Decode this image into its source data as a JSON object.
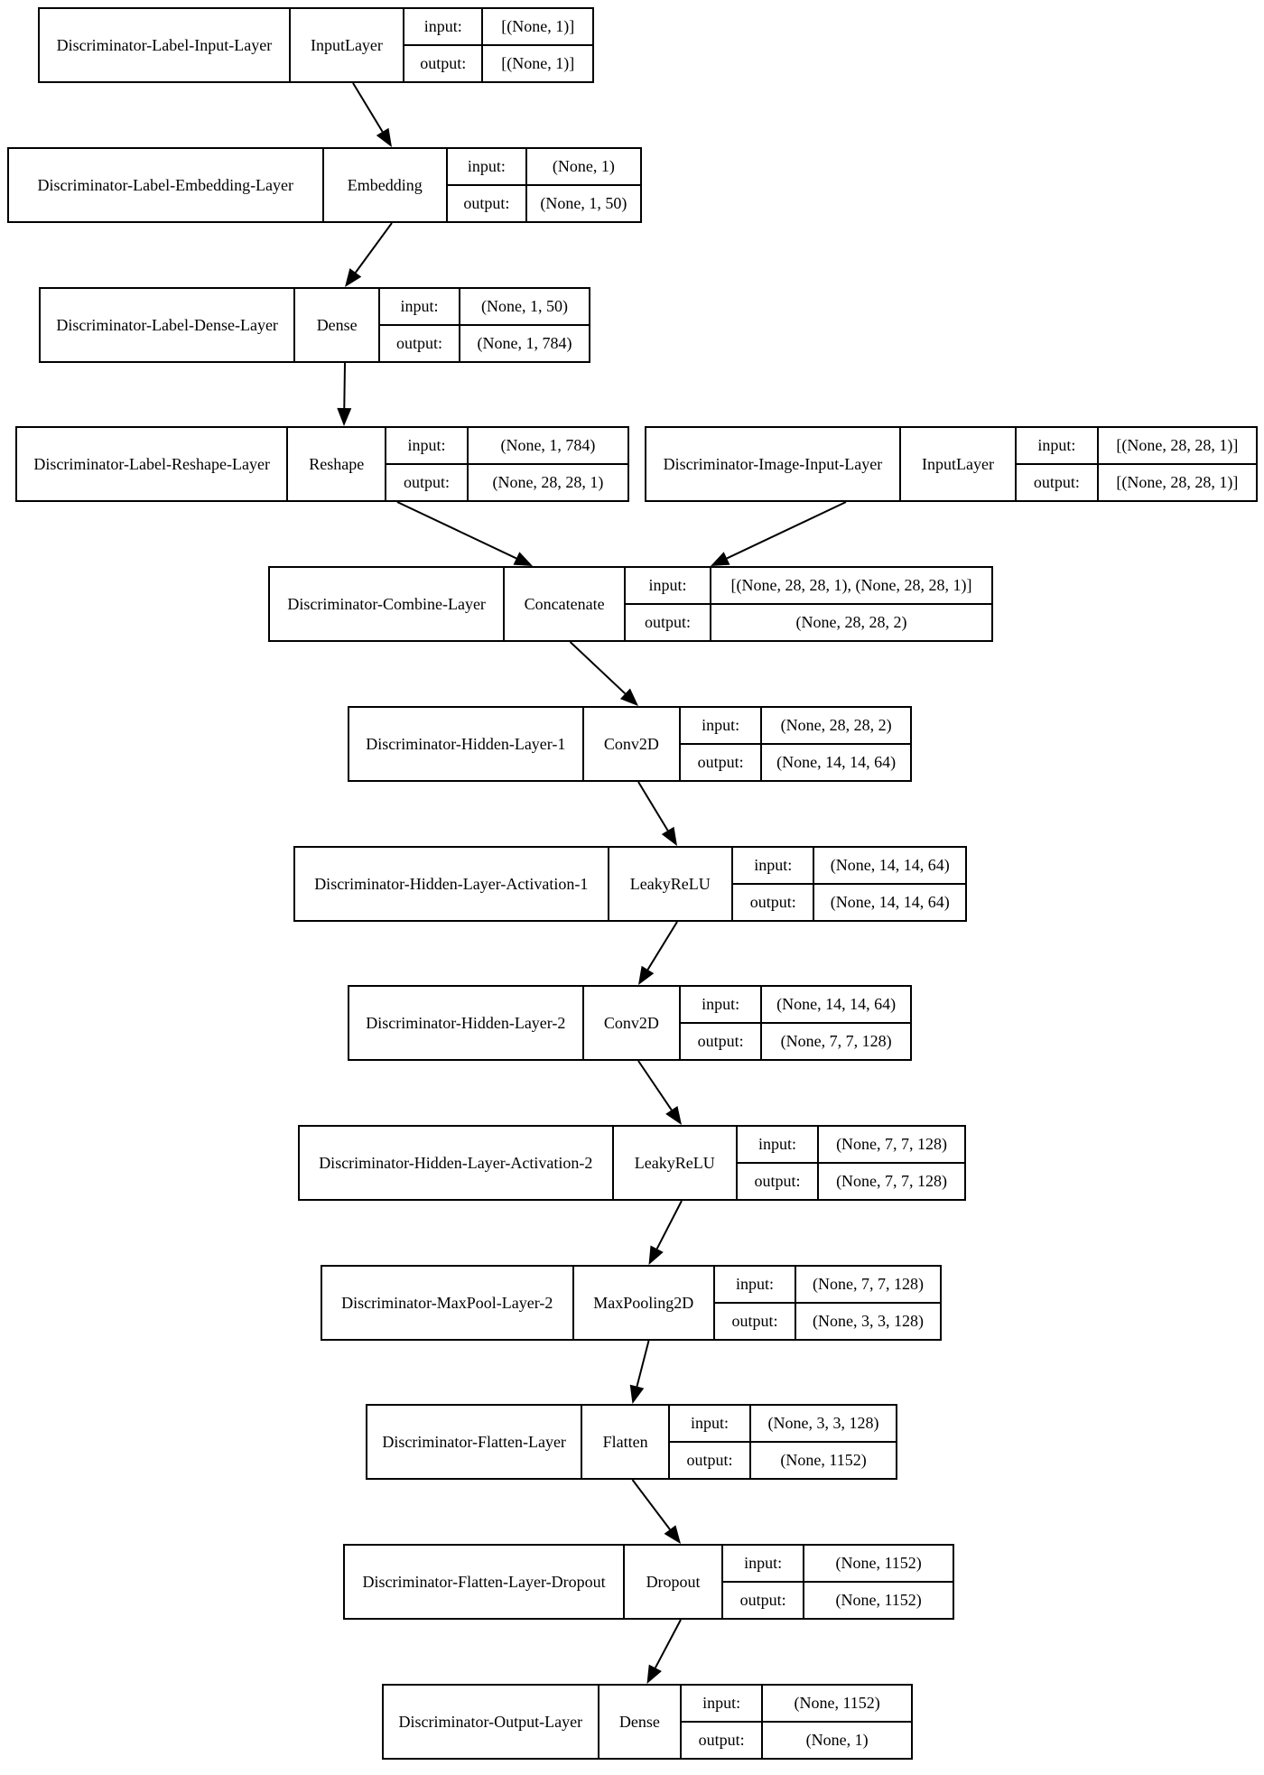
{
  "labels": {
    "input": "input:",
    "output": "output:"
  },
  "nodes": [
    {
      "id": "n0",
      "name": "Discriminator-Label-Input-Layer",
      "type": "InputLayer",
      "input": "[(None, 1)]",
      "output": "[(None, 1)]"
    },
    {
      "id": "n1",
      "name": "Discriminator-Label-Embedding-Layer",
      "type": "Embedding",
      "input": "(None, 1)",
      "output": "(None, 1, 50)"
    },
    {
      "id": "n2",
      "name": "Discriminator-Label-Dense-Layer",
      "type": "Dense",
      "input": "(None, 1, 50)",
      "output": "(None, 1, 784)"
    },
    {
      "id": "n3",
      "name": "Discriminator-Label-Reshape-Layer",
      "type": "Reshape",
      "input": "(None, 1, 784)",
      "output": "(None, 28, 28, 1)"
    },
    {
      "id": "n4",
      "name": "Discriminator-Image-Input-Layer",
      "type": "InputLayer",
      "input": "[(None, 28, 28, 1)]",
      "output": "[(None, 28, 28, 1)]"
    },
    {
      "id": "n5",
      "name": "Discriminator-Combine-Layer",
      "type": "Concatenate",
      "input": "[(None, 28, 28, 1), (None, 28, 28, 1)]",
      "output": "(None, 28, 28, 2)"
    },
    {
      "id": "n6",
      "name": "Discriminator-Hidden-Layer-1",
      "type": "Conv2D",
      "input": "(None, 28, 28, 2)",
      "output": "(None, 14, 14, 64)"
    },
    {
      "id": "n7",
      "name": "Discriminator-Hidden-Layer-Activation-1",
      "type": "LeakyReLU",
      "input": "(None, 14, 14, 64)",
      "output": "(None, 14, 14, 64)"
    },
    {
      "id": "n8",
      "name": "Discriminator-Hidden-Layer-2",
      "type": "Conv2D",
      "input": "(None, 14, 14, 64)",
      "output": "(None, 7, 7, 128)"
    },
    {
      "id": "n9",
      "name": "Discriminator-Hidden-Layer-Activation-2",
      "type": "LeakyReLU",
      "input": "(None, 7, 7, 128)",
      "output": "(None, 7, 7, 128)"
    },
    {
      "id": "n10",
      "name": "Discriminator-MaxPool-Layer-2",
      "type": "MaxPooling2D",
      "input": "(None, 7, 7, 128)",
      "output": "(None, 3, 3, 128)"
    },
    {
      "id": "n11",
      "name": "Discriminator-Flatten-Layer",
      "type": "Flatten",
      "input": "(None, 3, 3, 128)",
      "output": "(None, 1152)"
    },
    {
      "id": "n12",
      "name": "Discriminator-Flatten-Layer-Dropout",
      "type": "Dropout",
      "input": "(None, 1152)",
      "output": "(None, 1152)"
    },
    {
      "id": "n13",
      "name": "Discriminator-Output-Layer",
      "type": "Dense",
      "input": "(None, 1152)",
      "output": "(None, 1)"
    }
  ],
  "edges": [
    {
      "from": "n0",
      "to": "n1"
    },
    {
      "from": "n1",
      "to": "n2"
    },
    {
      "from": "n2",
      "to": "n3"
    },
    {
      "from": "n3",
      "to": "n5"
    },
    {
      "from": "n4",
      "to": "n5"
    },
    {
      "from": "n5",
      "to": "n6"
    },
    {
      "from": "n6",
      "to": "n7"
    },
    {
      "from": "n7",
      "to": "n8"
    },
    {
      "from": "n8",
      "to": "n9"
    },
    {
      "from": "n9",
      "to": "n10"
    },
    {
      "from": "n10",
      "to": "n11"
    },
    {
      "from": "n11",
      "to": "n12"
    },
    {
      "from": "n12",
      "to": "n13"
    }
  ]
}
